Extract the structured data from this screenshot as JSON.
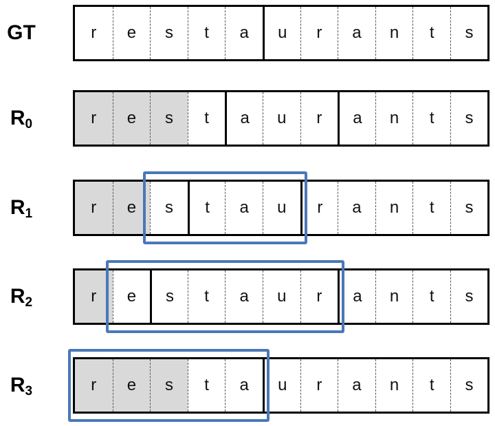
{
  "word": [
    "r",
    "e",
    "s",
    "t",
    "a",
    "u",
    "r",
    "a",
    "n",
    "t",
    "s"
  ],
  "colors": {
    "shaded_cell": "#d9d9d9",
    "highlight_box": "#4a78b8",
    "border": "#000000"
  },
  "rows": [
    {
      "label": "GT",
      "sub": "",
      "shaded": 0,
      "solid_after": [
        4,
        10
      ]
    },
    {
      "label": "R",
      "sub": "0",
      "shaded": 3,
      "solid_after": [
        3,
        6,
        10
      ]
    },
    {
      "label": "R",
      "sub": "1",
      "shaded": 2,
      "solid_after": [
        2,
        5,
        10
      ],
      "highlight": [
        2,
        5
      ]
    },
    {
      "label": "R",
      "sub": "2",
      "shaded": 1,
      "solid_after": [
        1,
        6,
        10
      ],
      "highlight": [
        1,
        6
      ]
    },
    {
      "label": "R",
      "sub": "3",
      "shaded": 3,
      "solid_after": [
        4,
        10
      ],
      "highlight": [
        0,
        4
      ]
    }
  ]
}
